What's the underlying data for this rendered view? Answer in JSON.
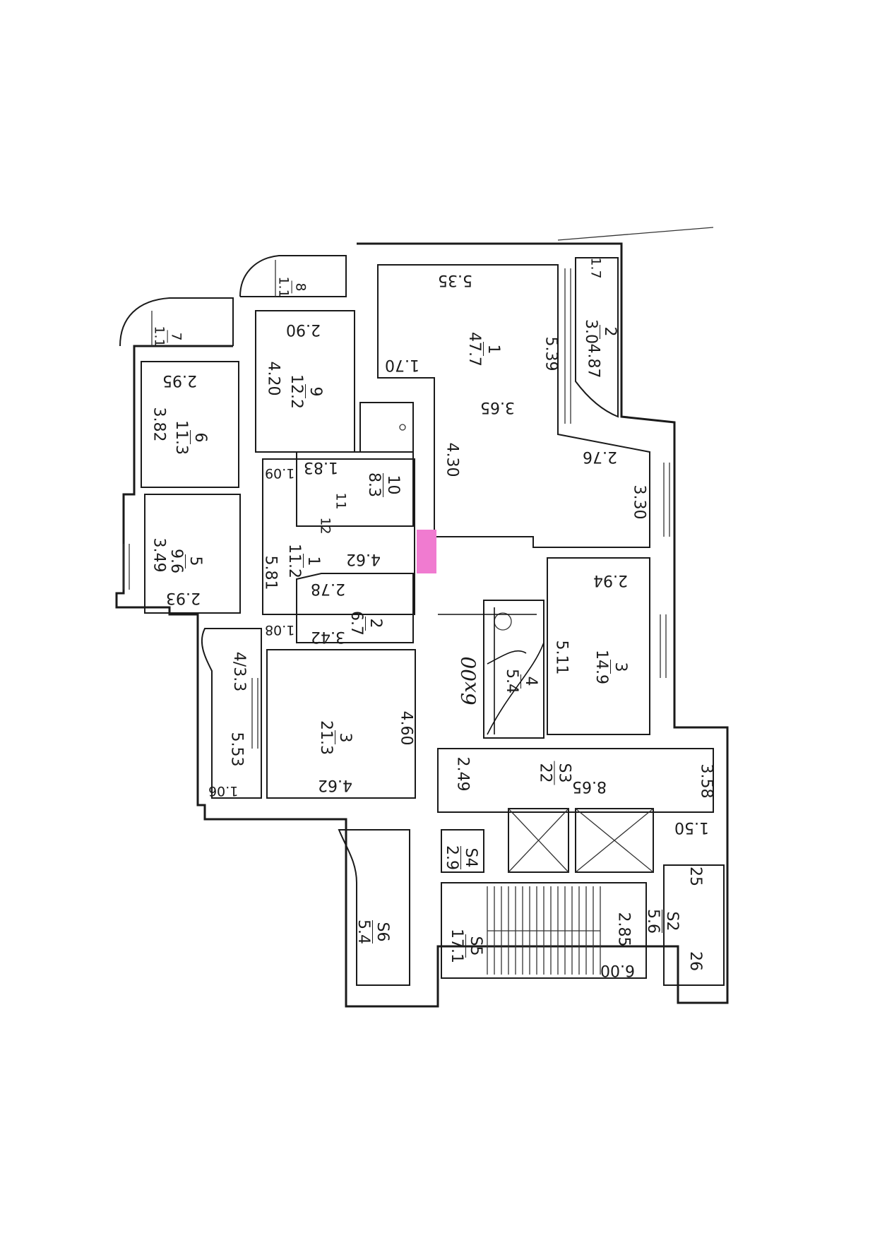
{
  "rooms": [
    {
      "id": "r1",
      "number": "1",
      "area": "47.7"
    },
    {
      "id": "r2-balcony",
      "number": "2",
      "area": "3.0"
    },
    {
      "id": "r3-right",
      "number": "3",
      "area": "14.9"
    },
    {
      "id": "r4-bath",
      "number": "4",
      "area": "5.4"
    },
    {
      "id": "r1-hall",
      "number": "1",
      "area": "11.2"
    },
    {
      "id": "r2-left",
      "number": "2",
      "area": "6.7"
    },
    {
      "id": "r3-left",
      "number": "3",
      "area": "21.3"
    },
    {
      "id": "r4-balcony",
      "number": "4",
      "area": "3.3"
    },
    {
      "id": "r5",
      "number": "5",
      "area": "9.6"
    },
    {
      "id": "r6",
      "number": "6",
      "area": "11.3"
    },
    {
      "id": "r7",
      "number": "7",
      "area": "1.1"
    },
    {
      "id": "r8",
      "number": "8",
      "area": "1.1"
    },
    {
      "id": "r9",
      "number": "9",
      "area": "12.2"
    },
    {
      "id": "r10",
      "number": "10",
      "area": "8.3"
    },
    {
      "id": "r11",
      "number": "11",
      "area": ""
    },
    {
      "id": "r12",
      "number": "12",
      "area": ""
    },
    {
      "id": "s2",
      "number": "S2",
      "area": "5.6"
    },
    {
      "id": "s3",
      "number": "S3",
      "area": "22"
    },
    {
      "id": "s4",
      "number": "S4",
      "area": "2.9"
    },
    {
      "id": "s5",
      "number": "S5",
      "area": "17.1"
    },
    {
      "id": "s6",
      "number": "S6",
      "area": "5.4"
    }
  ],
  "dimensions": {
    "d535": "5.35",
    "d170": "1.70",
    "d365": "3.65",
    "d539": "5.39",
    "d487": "4.87",
    "d17": "1.7",
    "d430": "4.30",
    "d276": "2.76",
    "d330": "3.30",
    "d294": "2.94",
    "d511": "5.11",
    "d290": "2.90",
    "d420": "4.20",
    "d295": "2.95",
    "d382": "3.82",
    "d183": "1.83",
    "d109": "1.09",
    "d349": "3.49",
    "d293": "2.93",
    "d581": "5.81",
    "d462a": "4.62",
    "d278": "2.78",
    "d108": "1.08",
    "d342": "3.42",
    "d460": "4.60",
    "d462b": "4.62",
    "d553": "5.53",
    "d106": "1.06",
    "d249": "2.49",
    "d865": "8.65",
    "d358": "3.58",
    "d150": "1.50",
    "d25": "25",
    "d26": "26",
    "d285": "2.85",
    "d600": "6.00"
  },
  "handwriting": {
    "note": "6x00"
  },
  "colors": {
    "wall": "#1a1a1a",
    "highlight": "#f07bd0",
    "paper": "#ffffff"
  }
}
